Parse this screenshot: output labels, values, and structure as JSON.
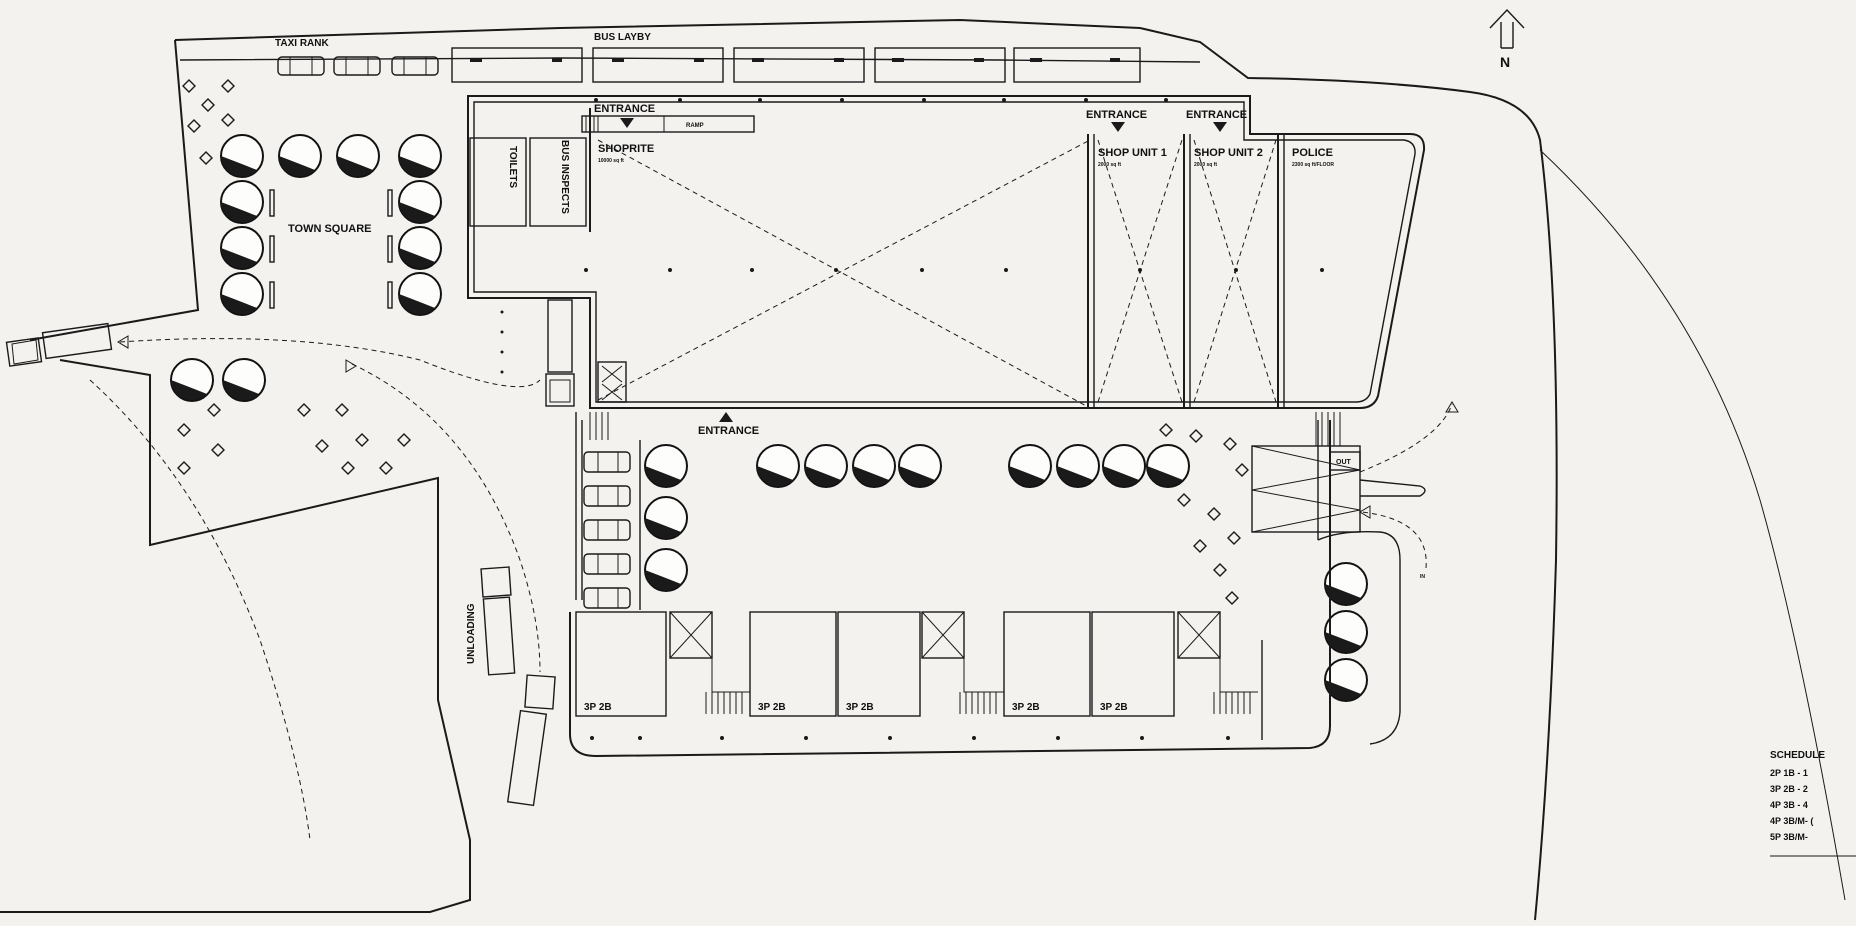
{
  "north": {
    "label": "N"
  },
  "labels": {
    "taxi_rank": "TAXI RANK",
    "bus_layby": "BUS LAYBY",
    "entrance_top": "ENTRANCE",
    "ramp": "RAMP",
    "entrance_shop1": "ENTRANCE",
    "entrance_shop2": "ENTRANCE",
    "entrance_bottom": "ENTRANCE",
    "toilets": "TOILETS",
    "bus_inspectors": "BUS INSPECTS",
    "town_square": "TOWN SQUARE",
    "unloading": "UNLOADING",
    "out": "OUT",
    "in": "IN"
  },
  "units": {
    "shoprite": {
      "name": "SHOPRITE",
      "area": "10000 sq ft"
    },
    "shop1": {
      "name": "SHOP UNIT 1",
      "area": "2000 sq ft"
    },
    "shop2": {
      "name": "SHOP UNIT 2",
      "area": "2000 sq ft"
    },
    "police": {
      "name": "POLICE",
      "area": "2300 sq ft/FLOOR"
    }
  },
  "housing": [
    "3P 2B",
    "3P 2B",
    "3P 2B",
    "3P 2B",
    "3P 2B"
  ],
  "schedule": {
    "title": "SCHEDULE",
    "rows": [
      "2P 1B - 1",
      "3P 2B - 2",
      "4P 3B - 4",
      "4P 3B/M- (",
      "5P 3B/M-"
    ]
  }
}
